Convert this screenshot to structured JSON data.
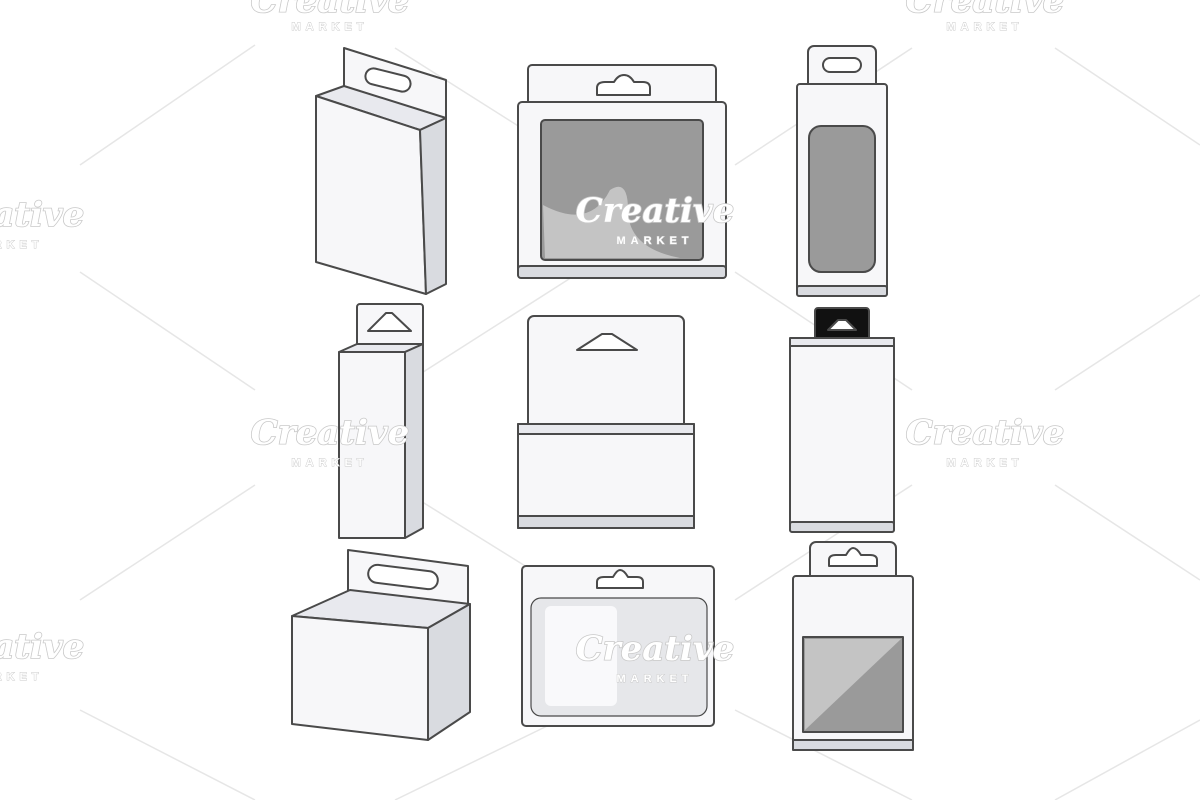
{
  "watermark": {
    "brand": "Creative",
    "sub": "MARKET"
  },
  "colors": {
    "outline": "#4a4a4a",
    "face_front": "#f7f7f9",
    "face_side": "#d9dbe0",
    "face_top": "#e8e9ee",
    "window_dark": "#9a9a9a",
    "window_light": "#c4c4c4",
    "hang_tab_black": "#111111",
    "diagonal_line": "#e6e6e6"
  },
  "illustration": {
    "items": [
      {
        "name": "tall-box-with-hang-tab",
        "hang_hole": "slot"
      },
      {
        "name": "flat-box-with-gray-window",
        "hang_hole": "euro-slot"
      },
      {
        "name": "narrow-box-with-rounded-window",
        "hang_hole": "slot"
      },
      {
        "name": "slim-tall-box",
        "hang_hole": "triangle"
      },
      {
        "name": "header-card-box",
        "hang_hole": "triangle"
      },
      {
        "name": "tall-box-with-black-tab",
        "hang_hole": "triangle"
      },
      {
        "name": "cube-box-with-hang-tab",
        "hang_hole": "slot"
      },
      {
        "name": "blister-card-pack",
        "hang_hole": "euro-slot"
      },
      {
        "name": "box-with-square-window",
        "hang_hole": "euro-slot"
      }
    ]
  }
}
